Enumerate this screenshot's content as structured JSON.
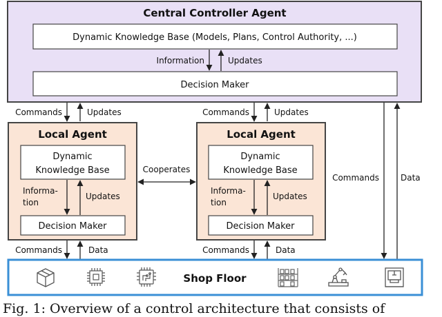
{
  "central": {
    "title": "Central Controller Agent",
    "knowledge_base": "Dynamic Knowledge Base (Models, Plans, Control Authority, ...)",
    "decision_maker": "Decision Maker",
    "information_label": "Information",
    "updates_label": "Updates"
  },
  "links": {
    "commands": "Commands",
    "updates": "Updates",
    "data": "Data",
    "cooperates": "Cooperates"
  },
  "local_agents": [
    {
      "title": "Local Agent",
      "kb_line1": "Dynamic",
      "kb_line2": "Knowledge Base",
      "info_line1": "Informa-",
      "info_line2": "tion",
      "updates_label": "Updates",
      "decision_maker": "Decision Maker"
    },
    {
      "title": "Local Agent",
      "kb_line1": "Dynamic",
      "kb_line2": "Knowledge Base",
      "info_line1": "Informa-",
      "info_line2": "tion",
      "updates_label": "Updates",
      "decision_maker": "Decision Maker"
    }
  ],
  "shop_floor": {
    "label": "Shop Floor",
    "icons": [
      "package-box-icon",
      "cpu-chip-icon",
      "circuit-chip-icon",
      "warehouse-rack-icon",
      "robot-arm-icon",
      "cnc-machine-icon"
    ]
  },
  "colors": {
    "central_fill": "#e9e0f6",
    "local_fill": "#fbe5d6",
    "shop_floor_border": "#3a8fd6",
    "line": "#222222"
  },
  "caption": "Fig. 1: Overview of a control architecture that consists of"
}
